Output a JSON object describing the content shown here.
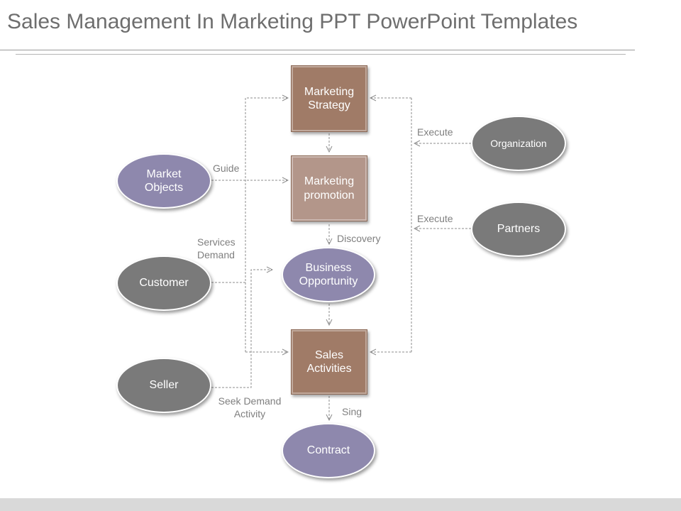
{
  "title": "Sales Management In Marketing PPT PowerPoint Templates",
  "nodes": {
    "marketing_strategy": "Marketing Strategy",
    "marketing_promotion": "Marketing promotion",
    "business_opportunity": "Business Opportunity",
    "sales_activities": "Sales Activities",
    "contract": "Contract",
    "market_objects": "Market Objects",
    "customer": "Customer",
    "seller": "Seller",
    "organization": "Organization",
    "partners": "Partners"
  },
  "labels": {
    "guide": "Guide",
    "services_demand": "Services\nDemand",
    "seek_demand_activity": "Seek Demand\nActivity",
    "discovery": "Discovery",
    "sing": "Sing",
    "execute_top": "Execute",
    "execute_bottom": "Execute"
  },
  "colors": {
    "box": "#a07b67",
    "box_light": "#b3968a",
    "ellipse_purple": "#8e88ad",
    "ellipse_gray": "#7a7a7a",
    "connector": "#8c8c8c"
  }
}
